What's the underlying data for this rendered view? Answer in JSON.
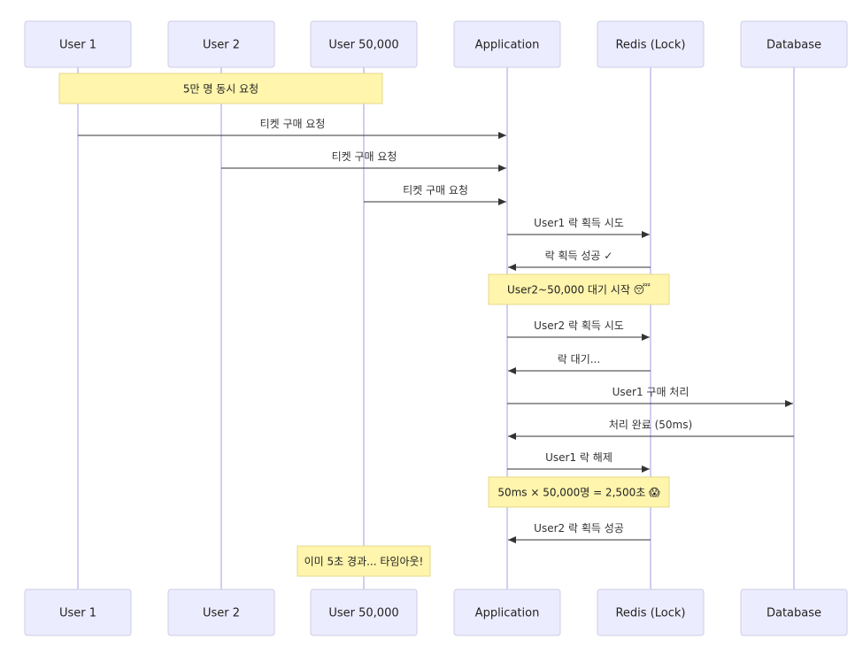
{
  "participants": [
    {
      "id": "u1",
      "label": "User 1"
    },
    {
      "id": "u2",
      "label": "User 2"
    },
    {
      "id": "u50k",
      "label": "User 50,000"
    },
    {
      "id": "app",
      "label": "Application"
    },
    {
      "id": "redis",
      "label": "Redis (Lock)"
    },
    {
      "id": "db",
      "label": "Database"
    }
  ],
  "events": [
    {
      "kind": "note",
      "from": "u1",
      "to": "u50k",
      "text": "5만 명 동시 요청"
    },
    {
      "kind": "message",
      "from": "u1",
      "to": "app",
      "text": "티켓 구매 요청"
    },
    {
      "kind": "message",
      "from": "u2",
      "to": "app",
      "text": "티켓 구매 요청"
    },
    {
      "kind": "message",
      "from": "u50k",
      "to": "app",
      "text": "티켓 구매 요청"
    },
    {
      "kind": "message",
      "from": "app",
      "to": "redis",
      "text": "User1 락 획득 시도"
    },
    {
      "kind": "message",
      "from": "redis",
      "to": "app",
      "text": "락 획득 성공 ✓"
    },
    {
      "kind": "note",
      "from": "app",
      "to": "redis",
      "text": "User2~50,000 대기 시작 😴"
    },
    {
      "kind": "message",
      "from": "app",
      "to": "redis",
      "text": "User2 락 획득 시도"
    },
    {
      "kind": "message",
      "from": "redis",
      "to": "app",
      "text": "락 대기..."
    },
    {
      "kind": "message",
      "from": "app",
      "to": "db",
      "text": "User1 구매 처리"
    },
    {
      "kind": "message",
      "from": "db",
      "to": "app",
      "text": "처리 완료 (50ms)"
    },
    {
      "kind": "message",
      "from": "app",
      "to": "redis",
      "text": "User1 락 해제"
    },
    {
      "kind": "note",
      "from": "app",
      "to": "redis",
      "text": "50ms × 50,000명 = 2,500초 😱"
    },
    {
      "kind": "message",
      "from": "redis",
      "to": "app",
      "text": "User2 락 획득 성공"
    },
    {
      "kind": "note",
      "from": "u50k",
      "to": "u50k",
      "text": "이미 5초 경과... 타임아웃!"
    }
  ]
}
